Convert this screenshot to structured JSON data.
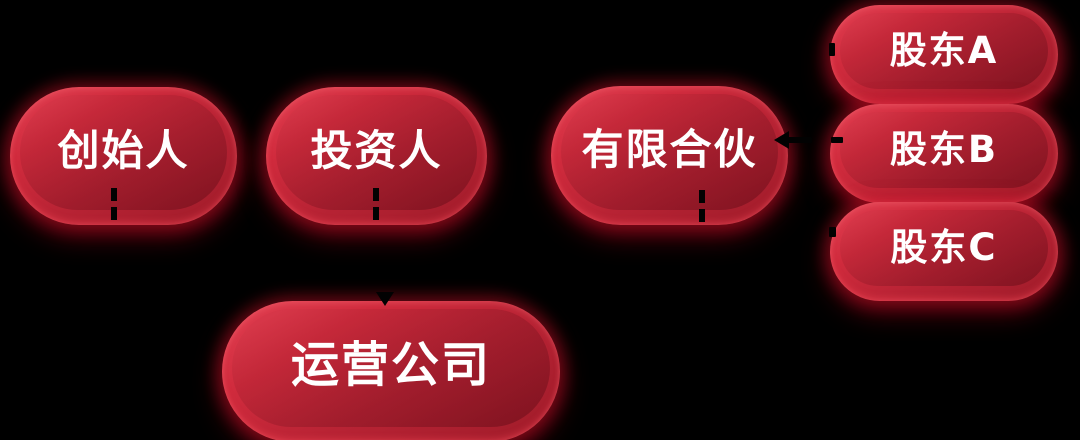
{
  "diagram": {
    "type": "equity-structure-diagram",
    "background_color": "#000000",
    "colors": {
      "pill_red_light": "#e24153",
      "pill_red_mid": "#c42535",
      "pill_red_dark": "#9e1b29",
      "pill_glow": "#d2142d",
      "label_text": "#ffffff",
      "connector": "#020202"
    },
    "nodes": {
      "founder": {
        "label": "创始人"
      },
      "investor": {
        "label": "投资人"
      },
      "limited_partnership": {
        "label": "有限合伙"
      },
      "shareholder_a": {
        "label": "股东A"
      },
      "shareholder_b": {
        "label": "股东B"
      },
      "shareholder_c": {
        "label": "股东C"
      },
      "operating_company": {
        "label": "运营公司"
      }
    },
    "edges": [
      {
        "from": "创始人",
        "to": "运营公司",
        "style": "dashed"
      },
      {
        "from": "投资人",
        "to": "运营公司",
        "style": "dashed-arrow-down"
      },
      {
        "from": "有限合伙",
        "to": "运营公司",
        "style": "dashed"
      },
      {
        "from": "股东A",
        "to": "有限合伙",
        "style": "dashed"
      },
      {
        "from": "股东B",
        "to": "有限合伙",
        "style": "dashed-arrow-left"
      },
      {
        "from": "股东C",
        "to": "有限合伙",
        "style": "dashed"
      }
    ]
  }
}
